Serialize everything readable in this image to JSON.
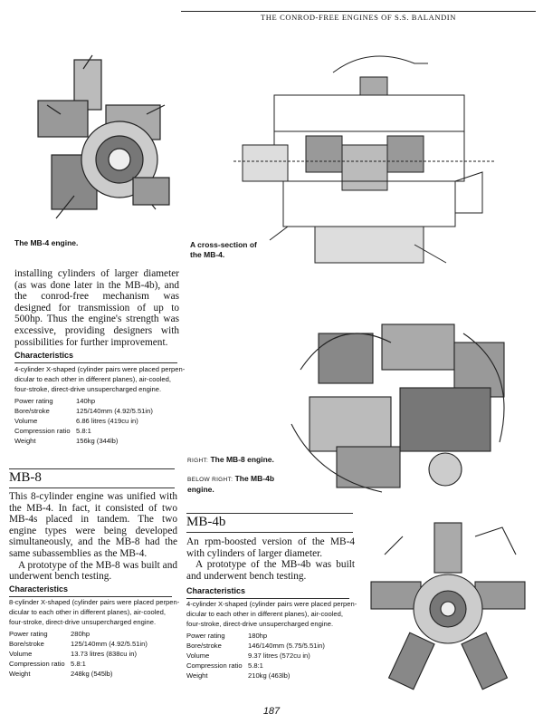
{
  "header": {
    "title": "THE CONROD-FREE ENGINES OF S.S. BALANDIN"
  },
  "images": {
    "mb4": {
      "caption": "The MB-4 engine."
    },
    "cross_section": {
      "caption": "A cross-section of the MB-4."
    },
    "mb8": {
      "caption_prefix": "RIGHT:",
      "caption": "The MB-8 engine."
    },
    "mb4b": {
      "caption_prefix": "BELOW RIGHT:",
      "caption": "The MB-4b engine."
    }
  },
  "intro": {
    "text": "installing cylinders of larger diameter (as was done later in the MB-4b), and the conrod-free mechanism was designed for transmission of up to 500hp. Thus the engine's strength was excessive, providing designers with possibilities for further improvement."
  },
  "mb4_char": {
    "title": "Characteristics",
    "desc": [
      "4-cylinder X-shaped (cylinder pairs were placed perpen-",
      "dicular to each other in different planes), air-cooled,",
      "four-stroke, direct-drive unsupercharged engine."
    ],
    "specs": [
      {
        "k": "Power rating",
        "v": "140hp"
      },
      {
        "k": "Bore/stroke",
        "v": "125/140mm (4.92/5.51in)"
      },
      {
        "k": "Volume",
        "v": "6.86 litres (419cu in)"
      },
      {
        "k": "Compression ratio",
        "v": "5.8:1"
      },
      {
        "k": "Weight",
        "v": "156kg (344lb)"
      }
    ]
  },
  "mb8": {
    "title": "MB-8",
    "paragraphs": [
      "This 8-cylinder engine was unified with the MB-4. In fact, it consisted of two MB-4s placed in tandem. The two engine types were being developed simultaneously, and the MB-8 had the same subassemblies as the MB-4.",
      "A prototype of the MB-8 was built and underwent bench testing."
    ],
    "char_title": "Characteristics",
    "desc": [
      "8-cylinder X-shaped (cylinder pairs were placed perpen-",
      "dicular to each other in different planes), air-cooled,",
      "four-stroke, direct-drive unsupercharged engine."
    ],
    "specs": [
      {
        "k": "Power rating",
        "v": "280hp"
      },
      {
        "k": "Bore/stroke",
        "v": "125/140mm (4.92/5.51in)"
      },
      {
        "k": "Volume",
        "v": "13.73 litres (838cu in)"
      },
      {
        "k": "Compression ratio",
        "v": "5.8:1"
      },
      {
        "k": "Weight",
        "v": "248kg (545lb)"
      }
    ]
  },
  "mb4b": {
    "title": "MB-4b",
    "paragraphs": [
      "An rpm-boosted version of the MB-4 with cylinders of larger diameter.",
      "A prototype of the MB-4b was built and underwent bench testing."
    ],
    "char_title": "Characteristics",
    "desc": [
      "4-cylinder X-shaped (cylinder pairs were placed perpen-",
      "dicular to each other in different planes), air-cooled,",
      "four-stroke, direct-drive unsupercharged engine."
    ],
    "specs": [
      {
        "k": "Power rating",
        "v": "180hp"
      },
      {
        "k": "Bore/stroke",
        "v": "146/140mm (5.75/5.51in)"
      },
      {
        "k": "Volume",
        "v": "9.37 litres (572cu in)"
      },
      {
        "k": "Compression ratio",
        "v": "5.8:1"
      },
      {
        "k": "Weight",
        "v": "210kg (463lb)"
      }
    ]
  },
  "page_number": "187"
}
